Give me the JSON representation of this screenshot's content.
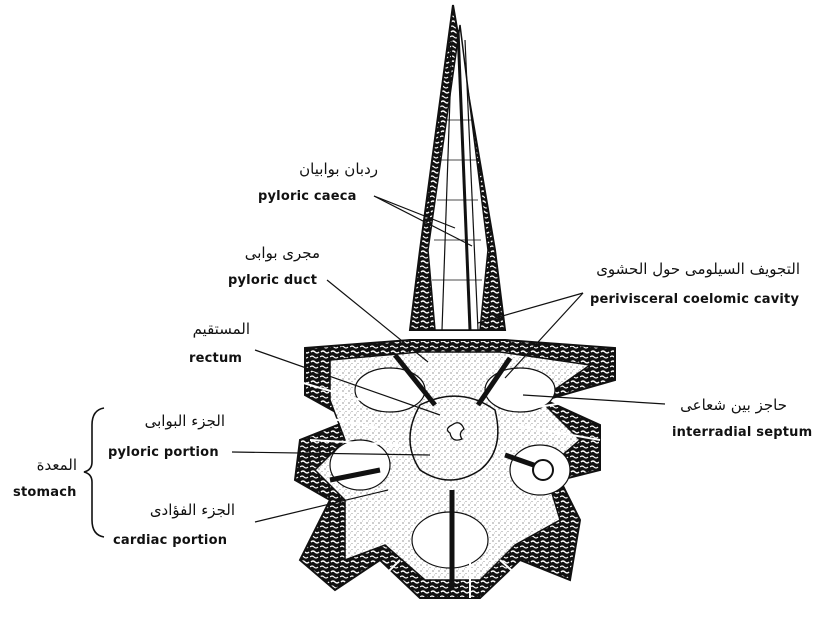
{
  "labels": {
    "pyloric_caeca": {
      "ar": "ردبان بوابيان",
      "en": "pyloric caeca"
    },
    "pyloric_duct": {
      "ar": "مجرى بوابى",
      "en": "pyloric duct"
    },
    "rectum": {
      "ar": "المستقيم",
      "en": "rectum"
    },
    "perivisceral_cavity": {
      "ar": "التجويف السيلومى حول الحشوى",
      "en": "perivisceral  coelomic cavity"
    },
    "interradial_septum": {
      "ar": "حاجز بين شعاعى",
      "en": "interradial septum"
    },
    "pyloric_portion": {
      "ar": "الجزء البوابى",
      "en": "pyloric portion"
    },
    "cardiac_portion": {
      "ar": "الجزء الفؤادى",
      "en": "cardiac portion"
    },
    "stomach": {
      "ar": "المعدة",
      "en": "stomach"
    }
  }
}
